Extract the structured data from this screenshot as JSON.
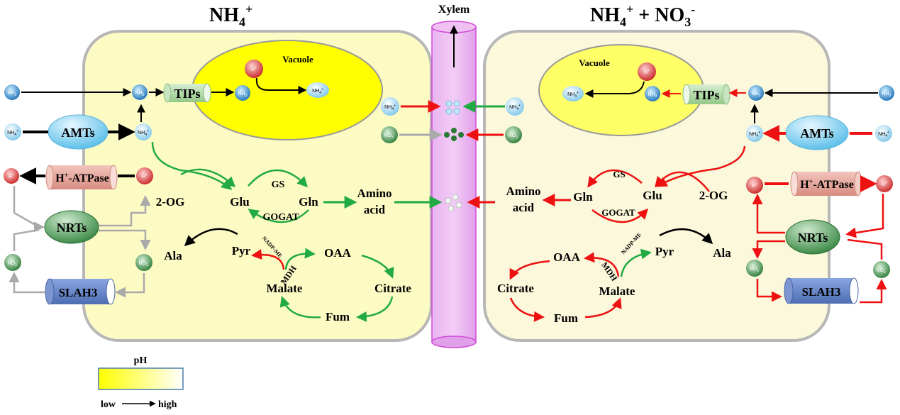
{
  "titles": {
    "left_main": "NH",
    "left_sub": "4",
    "left_sup": "+",
    "right_a": "NH",
    "right_a_sub": "4",
    "right_a_sup": "+",
    "right_b": " + NO",
    "right_b_sub": "3",
    "right_b_sup": "-",
    "xylem": "Xylem"
  },
  "vacuole": {
    "left": "Vacuole",
    "right": "Vacuole"
  },
  "ions": {
    "nh3": "NH",
    "nh3_sub": "3",
    "nh4": "NH",
    "nh4_sub": "4",
    "nh4_sup": "+",
    "h": "H",
    "h_sup": "+",
    "no3": "NO",
    "no3_sub": "3",
    "no3_sup": "-"
  },
  "transporters": {
    "tips": "TIPs",
    "amts": "AMTs",
    "h_atpase": "H",
    "h_atpase_sup": "+",
    "h_atpase_rest": "-ATPase",
    "nrts": "NRTs",
    "slah3": "SLAH3"
  },
  "metabolites": {
    "og": "2-OG",
    "glu": "Glu",
    "gln": "Gln",
    "gs": "GS",
    "gogat": "GOGAT",
    "amino": "Amino",
    "acid": "acid",
    "ala": "Ala",
    "pyr": "Pyr",
    "oaa": "OAA",
    "citrate": "Citrate",
    "fum": "Fum",
    "malate": "Malate",
    "mdh": "MDH",
    "nadp_me": "NADP-ME"
  },
  "legend": {
    "title": "pH",
    "low": "low",
    "high": "high"
  },
  "colors": {
    "cell_left": "#fdfbc4",
    "cell_right": "#fbf8dc",
    "vacuole": "#ffff00",
    "xylem": "#e6a8ee",
    "green_arrow": "#22aa44",
    "red_arrow": "#ee1111",
    "gray_arrow": "#aaaaaa",
    "amts": "#6ec8ea",
    "nrts": "#2f8a3c",
    "slah3": "#5f7fc4",
    "atpase": "#e8a9a0",
    "tips": "#a8d8a0"
  }
}
